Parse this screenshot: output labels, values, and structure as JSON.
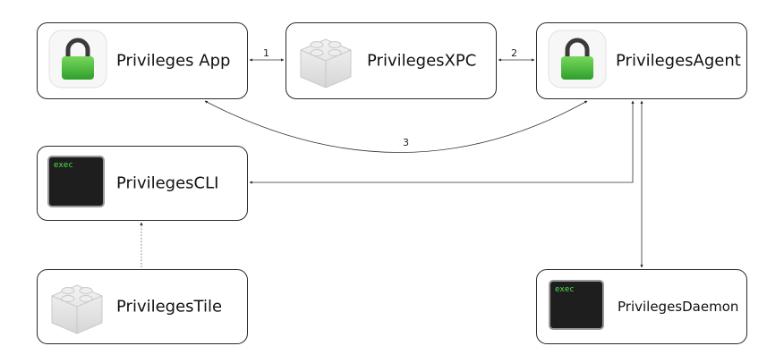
{
  "nodes": {
    "app": {
      "label": "Privileges App",
      "icon": "lock-icon"
    },
    "xpc": {
      "label": "PrivilegesXPC",
      "icon": "plugin-bundle-icon"
    },
    "agent": {
      "label": "PrivilegesAgent",
      "icon": "lock-icon"
    },
    "cli": {
      "label": "PrivilegesCLI",
      "icon": "terminal-exec-icon",
      "icon_text": "exec"
    },
    "tile": {
      "label": "PrivilegesTile",
      "icon": "plugin-bundle-icon"
    },
    "daemon": {
      "label": "PrivilegesDaemon",
      "icon": "terminal-exec-icon",
      "icon_text": "exec"
    }
  },
  "edges": [
    {
      "from": "app",
      "to": "xpc",
      "label": "1"
    },
    {
      "from": "xpc",
      "to": "agent",
      "label": "2"
    },
    {
      "from": "app",
      "to": "agent",
      "label": "3"
    },
    {
      "from": "agent",
      "to": "cli",
      "label": ""
    },
    {
      "from": "agent",
      "to": "daemon",
      "label": ""
    },
    {
      "from": "tile",
      "to": "cli",
      "label": ""
    }
  ],
  "colors": {
    "lock_green": "#3cb83a",
    "terminal_text": "#4fe04a",
    "terminal_bg": "#1e1e1e"
  }
}
